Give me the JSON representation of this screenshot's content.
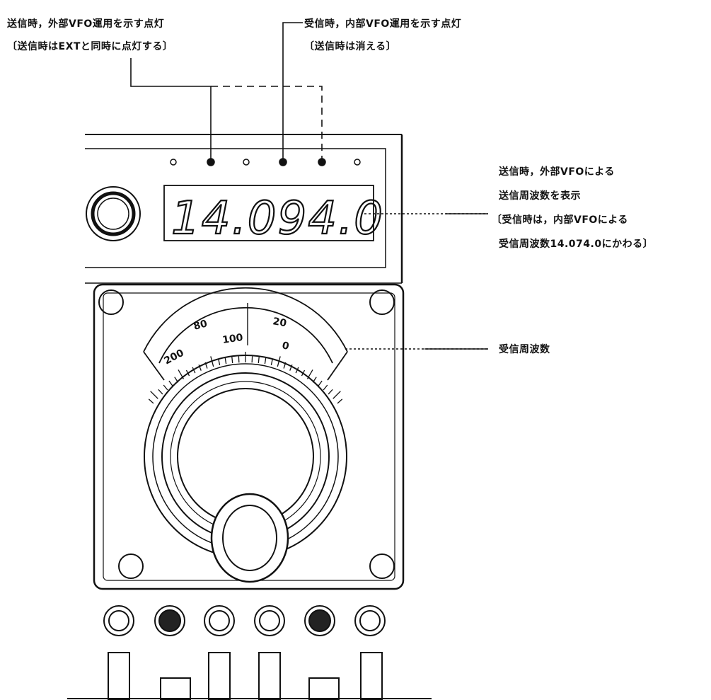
{
  "annotations": {
    "top_left_line1": "送信時，外部VFO運用を示す点灯",
    "top_left_line2": "〔送信時はEXTと同時に点灯する〕",
    "top_right_line1": "受信時，内部VFO運用を示す点灯",
    "top_right_line2": "〔送信時は消える〕",
    "right_line1": "送信時，外部VFOによる",
    "right_line2": "送信周波数を表示",
    "right_line3": "〔受信時は，内部VFOによる",
    "right_line4": "受信周波数14.074.0にかわる〕",
    "dial_label": "受信周波数"
  },
  "display": {
    "frequency": "14.094.0"
  },
  "dial": {
    "scale_outer": [
      "80",
      "20"
    ],
    "scale_inner": [
      "100",
      "200",
      "0"
    ]
  },
  "indicators": {
    "lit": [
      false,
      true,
      false,
      true,
      true,
      false
    ]
  },
  "knobs": {
    "filled": [
      false,
      true,
      false,
      false,
      true,
      false
    ]
  }
}
